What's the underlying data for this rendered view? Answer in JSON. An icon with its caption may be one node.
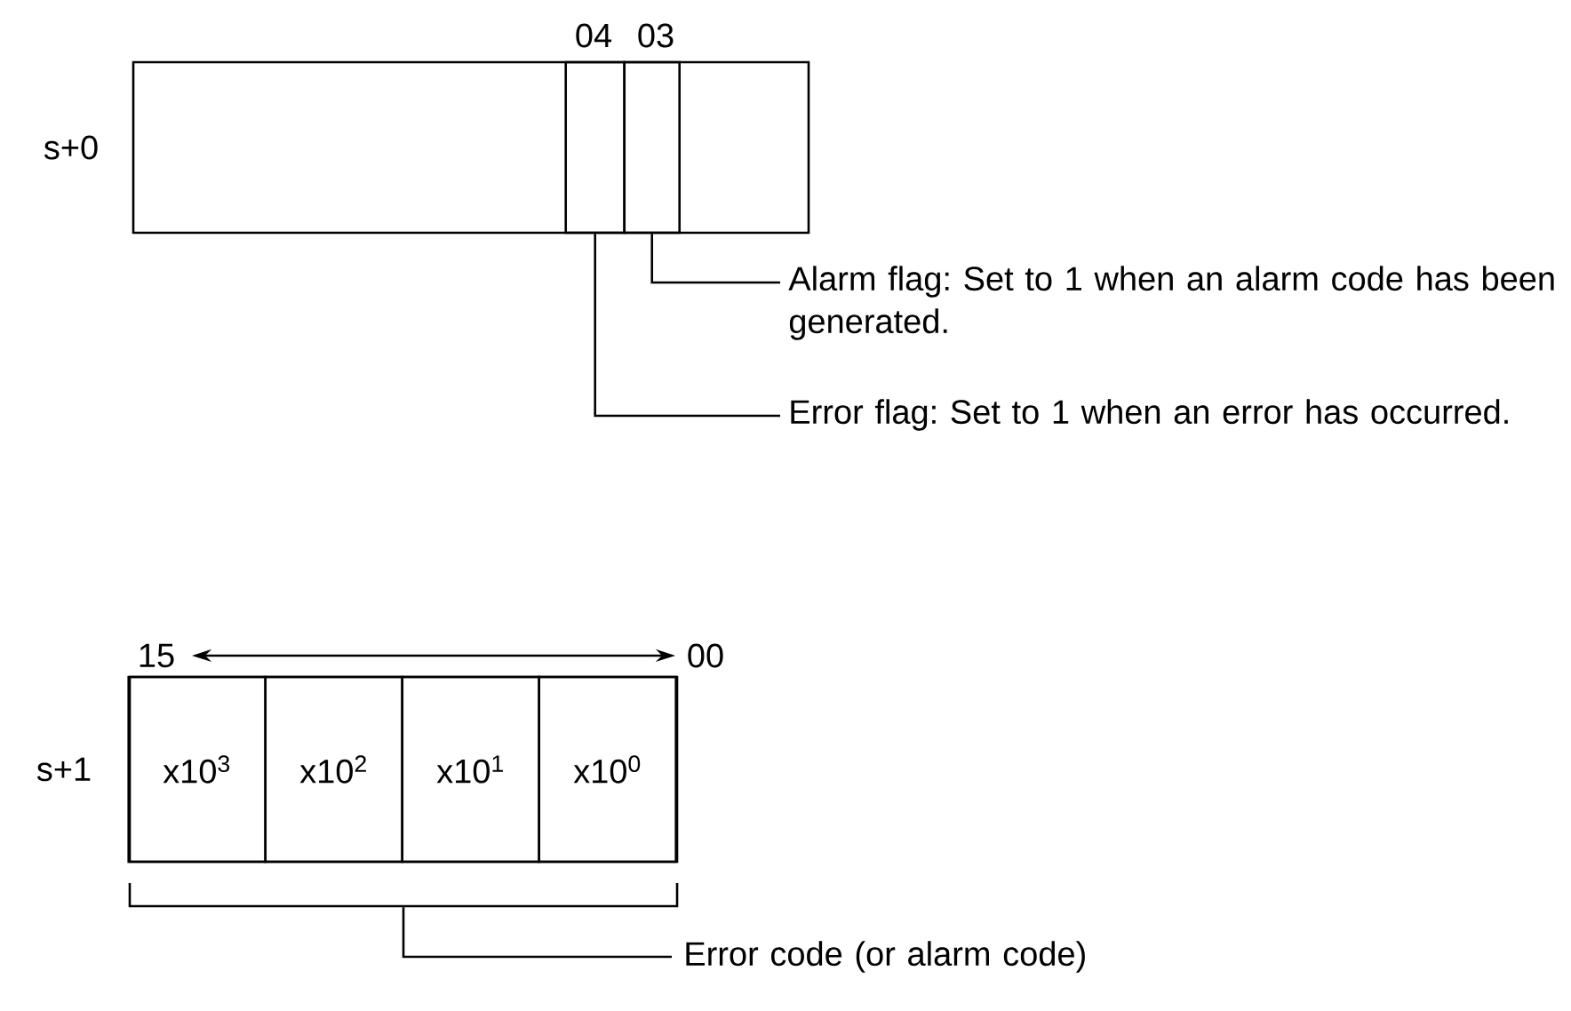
{
  "diagram": {
    "nodes": [
      {
        "text": [],
        "shape": "box"
      },
      {
        "text": [],
        "shape": "box",
        "in": 0
      },
      {
        "text": [],
        "shape": "box",
        "in": 0
      },
      {
        "text": [
          "Alarm flag: Set to 1 when an alarm code has been generated."
        ]
      },
      {
        "text": [
          "Error flag: Set to 1 when an error has occurred."
        ]
      },
      {
        "text": [],
        "shape": "box"
      },
      {
        "text": [
          "x10$^{3}$"
        ],
        "in": 5
      },
      {
        "text": [
          "x10$^{2}$"
        ],
        "in": 5
      },
      {
        "text": [
          "x10$^{1}$"
        ],
        "in": 5
      },
      {
        "text": [
          "x10$^{0}$"
        ],
        "in": 5
      },
      {
        "text": [
          "Error code (or alarm code)"
        ]
      }
    ],
    "edges": [
      {
        "from": 3,
        "to": 2,
        "arrow": "none"
      },
      {
        "from": 4,
        "to": 1,
        "arrow": "none"
      },
      {
        "from": 10,
        "to": 5,
        "arrow": "none"
      }
    ],
    "labels": [
      "04",
      "03",
      "s+0",
      "15",
      "00",
      "s+1"
    ]
  }
}
